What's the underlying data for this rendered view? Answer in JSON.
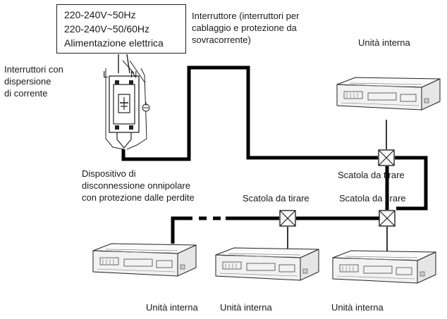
{
  "power_supply": {
    "line1": "220-240V~50Hz",
    "line2": "220-240V~50/60Hz",
    "line3": "Alimentazione elettrica"
  },
  "breaker_labels": {
    "left": "L",
    "right": "N"
  },
  "switch_label": [
    "Interruttore (interruttori per",
    "cablaggio e protezione da",
    "sovracorrente)"
  ],
  "leakage_label": [
    "Interruttori con",
    "dispersione",
    "di corrente"
  ],
  "disconnect_label": [
    "Dispositivo di",
    "disconnessione onnipolare",
    "con protezione dalle perdite"
  ],
  "pull_box_labels": {
    "upper_right": "Scatola da tirare",
    "lower_middle": "Scatola da tirare",
    "lower_right": "Scatola da tirare"
  },
  "indoor_unit_labels": {
    "top_right": "Unità interna",
    "bottom_left": "Unità interna",
    "bottom_middle": "Unità interna",
    "bottom_right": "Unità interna"
  },
  "colors": {
    "wire": "#000000",
    "line": "#222222",
    "unit_fill": "#f2f2f2"
  }
}
